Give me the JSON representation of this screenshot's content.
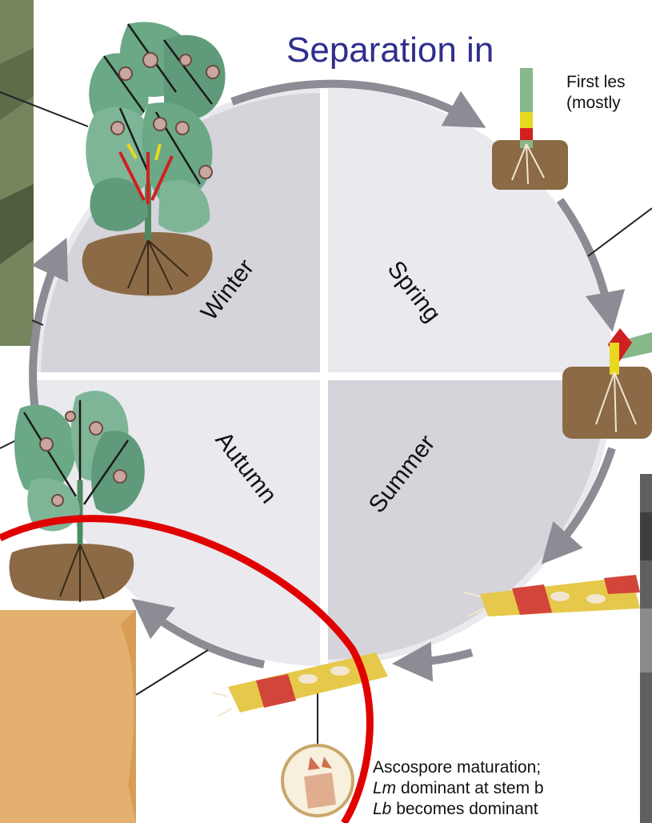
{
  "title": "Separation in",
  "seasons": {
    "winter": "Winter",
    "spring": "Spring",
    "summer": "Summer",
    "autumn": "Autumn"
  },
  "notes": {
    "first_lesions_line1": "First les",
    "first_lesions_line2": "(mostly",
    "ascospore_line1": "Ascospore maturation;",
    "ascospore_line2_italic": "Lm",
    "ascospore_line2_rest": " dominant at stem b",
    "ascospore_line3_italic": "Lb",
    "ascospore_line3_rest": " becomes dominant"
  },
  "colors": {
    "title": "#2f2f8c",
    "circle_light": "#e8e8ec",
    "circle_dark": "#d3d3d8",
    "arrow": "#8c8c94",
    "highlight_ring": "#e00000",
    "soil": "#8b6a45",
    "leaf": "#6aa886",
    "stubble": "#e6c84a"
  }
}
